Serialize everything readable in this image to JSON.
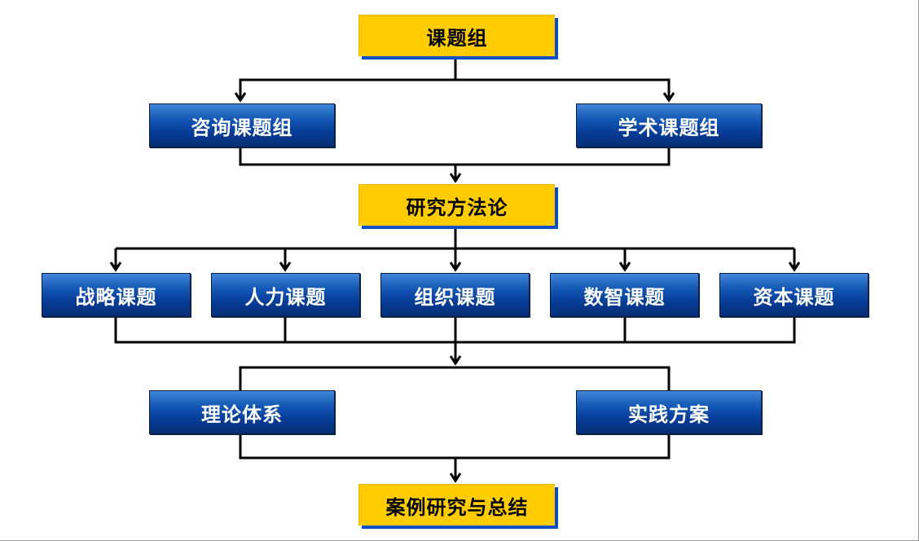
{
  "diagram": {
    "top": {
      "label": "课题组"
    },
    "group_left": {
      "label": "咨询课题组"
    },
    "group_right": {
      "label": "学术课题组"
    },
    "method": {
      "label": "研究方法论"
    },
    "topics": [
      {
        "label": "战略课题"
      },
      {
        "label": "人力课题"
      },
      {
        "label": "组织课题"
      },
      {
        "label": "数智课题"
      },
      {
        "label": "资本课题"
      }
    ],
    "output_left": {
      "label": "理论体系"
    },
    "output_right": {
      "label": "实践方案"
    },
    "final": {
      "label": "案例研究与总结"
    }
  },
  "colors": {
    "yellow_box": "#FFCC00",
    "yellow_shadow": "#0A4FC8",
    "blue_box_top": "#3F86D8",
    "blue_box_bottom": "#062F74",
    "connector": "#000000"
  }
}
